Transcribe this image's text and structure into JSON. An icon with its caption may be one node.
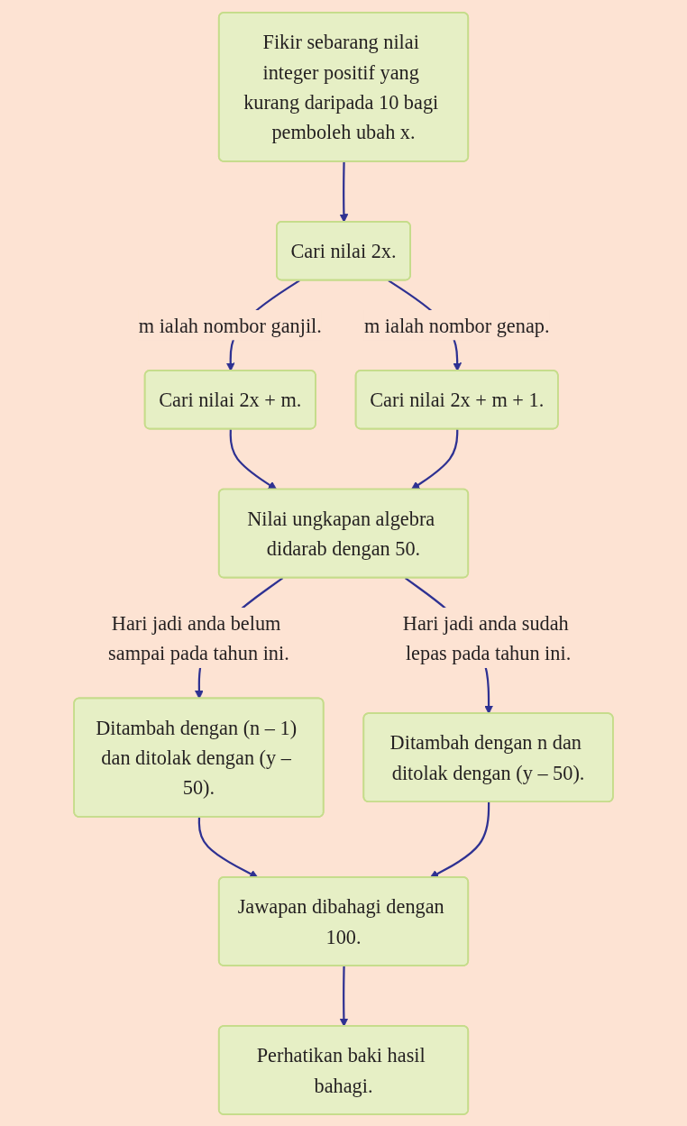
{
  "diagram": {
    "nodes": [
      {
        "text": [
          "Fikir sebarang nilai integer positif yang kurang daripada 10 bagi pemboleh ubah x."
        ]
      },
      {
        "text": [
          "Cari nilai 2x."
        ]
      },
      {
        "text": [
          "Cari nilai 2x + m."
        ]
      },
      {
        "text": [
          "Cari nilai 2x + m + 1."
        ]
      },
      {
        "text": [
          "Nilai ungkapan algebra didarab dengan 50."
        ]
      },
      {
        "text": [
          "Ditambah dengan (n – 1) dan ditolak dengan (y – 50)."
        ]
      },
      {
        "text": [
          "Ditambah dengan n dan ditolak dengan (y – 50)."
        ]
      },
      {
        "text": [
          "Jawapan dibahagi dengan 100."
        ]
      },
      {
        "text": [
          "Perhatikan baki hasil bahagi."
        ]
      }
    ],
    "edges": [
      {
        "from": 0,
        "to": 1,
        "arrow": "to"
      },
      {
        "from": 1,
        "to": 2,
        "arrow": "to",
        "label": "m ialah nombor ganjil."
      },
      {
        "from": 1,
        "to": 3,
        "arrow": "to",
        "label": "m ialah nombor genap."
      },
      {
        "from": 2,
        "to": 4,
        "arrow": "to"
      },
      {
        "from": 3,
        "to": 4,
        "arrow": "to"
      },
      {
        "from": 4,
        "to": 5,
        "arrow": "to",
        "label": "Hari jadi anda belum sampai pada tahun ini."
      },
      {
        "from": 4,
        "to": 6,
        "arrow": "to",
        "label": "Hari jadi anda sudah lepas pada tahun ini."
      },
      {
        "from": 5,
        "to": 7,
        "arrow": "to"
      },
      {
        "from": 6,
        "to": 7,
        "arrow": "to"
      },
      {
        "from": 7,
        "to": 8,
        "arrow": "to"
      }
    ]
  }
}
